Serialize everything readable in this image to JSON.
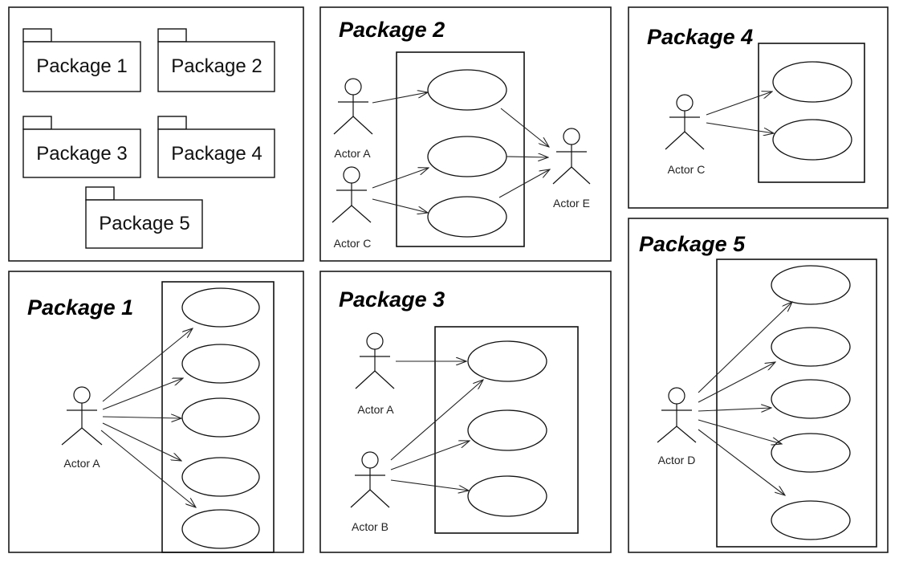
{
  "overview": {
    "packages": [
      "Package 1",
      "Package 2",
      "Package 3",
      "Package 4",
      "Package 5"
    ]
  },
  "diagrams": {
    "package1": {
      "title": "Package 1",
      "actors": [
        "Actor A"
      ]
    },
    "package2": {
      "title": "Package 2",
      "actors": [
        "Actor A",
        "Actor C",
        "Actor E"
      ]
    },
    "package3": {
      "title": "Package 3",
      "actors": [
        "Actor A",
        "Actor B"
      ]
    },
    "package4": {
      "title": "Package 4",
      "actors": [
        "Actor C"
      ]
    },
    "package5": {
      "title": "Package 5",
      "actors": [
        "Actor D"
      ]
    }
  }
}
